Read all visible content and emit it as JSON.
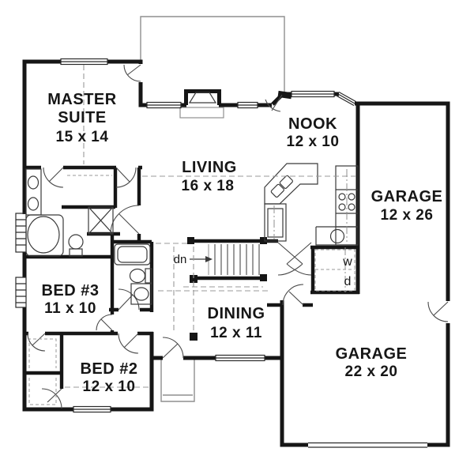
{
  "plan": {
    "rooms": [
      {
        "name": "MASTER",
        "name2": "SUITE",
        "dims": "15 x 14"
      },
      {
        "name": "LIVING",
        "dims": "16 x 18"
      },
      {
        "name": "NOOK",
        "dims": "12 x 10"
      },
      {
        "name": "GARAGE",
        "dims": "12 x 26"
      },
      {
        "name": "BED #3",
        "dims": "11 x 10"
      },
      {
        "name": "DINING",
        "dims": "12 x 11"
      },
      {
        "name": "BED #2",
        "dims": "12 x 10"
      },
      {
        "name": "GARAGE",
        "dims": "22 x 20"
      }
    ],
    "annotations": {
      "stairs_down": "dn",
      "washer": "w",
      "dryer": "d"
    },
    "colors": {
      "wall": "#161616",
      "fixture": "#3a3a3a",
      "dashed": "#999999",
      "site": "#8f8f8f",
      "background": "#ffffff"
    }
  }
}
